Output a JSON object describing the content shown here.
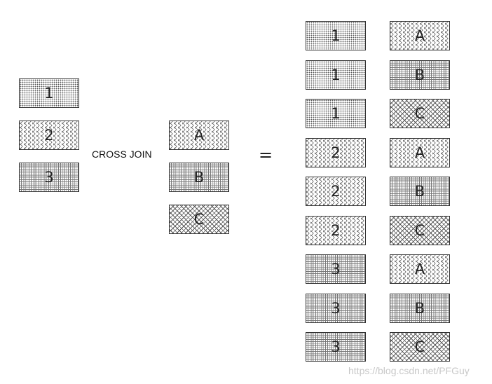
{
  "left_table": [
    {
      "label": "1",
      "fill": "dots"
    },
    {
      "label": "2",
      "fill": "zigzag"
    },
    {
      "label": "3",
      "fill": "grid"
    }
  ],
  "operator_label": "CROSS JOIN",
  "right_table": [
    {
      "label": "A",
      "fill": "zigzag"
    },
    {
      "label": "B",
      "fill": "grid"
    },
    {
      "label": "C",
      "fill": "cross"
    }
  ],
  "equals_sign": "=",
  "result_rows": [
    {
      "left": {
        "label": "1",
        "fill": "dots"
      },
      "right": {
        "label": "A",
        "fill": "zigzag"
      }
    },
    {
      "left": {
        "label": "1",
        "fill": "dots"
      },
      "right": {
        "label": "B",
        "fill": "grid"
      }
    },
    {
      "left": {
        "label": "1",
        "fill": "dots"
      },
      "right": {
        "label": "C",
        "fill": "cross"
      }
    },
    {
      "left": {
        "label": "2",
        "fill": "zigzag"
      },
      "right": {
        "label": "A",
        "fill": "zigzag"
      }
    },
    {
      "left": {
        "label": "2",
        "fill": "zigzag"
      },
      "right": {
        "label": "B",
        "fill": "grid"
      }
    },
    {
      "left": {
        "label": "2",
        "fill": "zigzag"
      },
      "right": {
        "label": "C",
        "fill": "cross"
      }
    },
    {
      "left": {
        "label": "3",
        "fill": "grid"
      },
      "right": {
        "label": "A",
        "fill": "zigzag"
      }
    },
    {
      "left": {
        "label": "3",
        "fill": "grid"
      },
      "right": {
        "label": "B",
        "fill": "grid"
      }
    },
    {
      "left": {
        "label": "3",
        "fill": "grid"
      },
      "right": {
        "label": "C",
        "fill": "cross"
      }
    }
  ],
  "watermark": "https://blog.csdn.net/PFGuy"
}
